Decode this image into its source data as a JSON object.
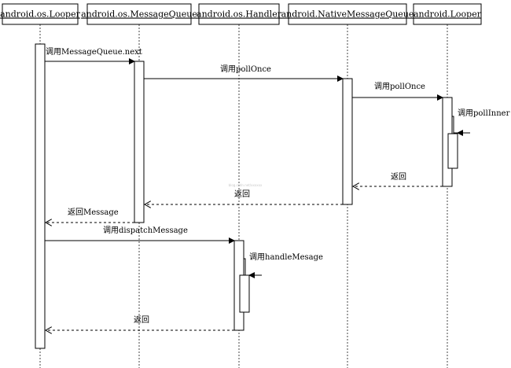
{
  "objects": [
    {
      "name": "android.os.Looper"
    },
    {
      "name": "android.os.MessageQueue"
    },
    {
      "name": "android.os.Handler"
    },
    {
      "name": "android.NativeMessageQueue"
    },
    {
      "name": "android.Looper"
    }
  ],
  "messages": {
    "call_next": "调用MessageQueue.next",
    "call_pollonce_1": "调用pollOnce",
    "call_pollonce_2": "调用pollOnce",
    "call_pollinner": "调用pollInner",
    "return_1": "返回",
    "return_2": "返回",
    "return_message": "返回Message",
    "call_dispatch": "调用dispatchMessage",
    "call_handle": "调用handleMesage",
    "return_3": "返回"
  },
  "watermark": "blog.csdn.net/xxxxxx"
}
